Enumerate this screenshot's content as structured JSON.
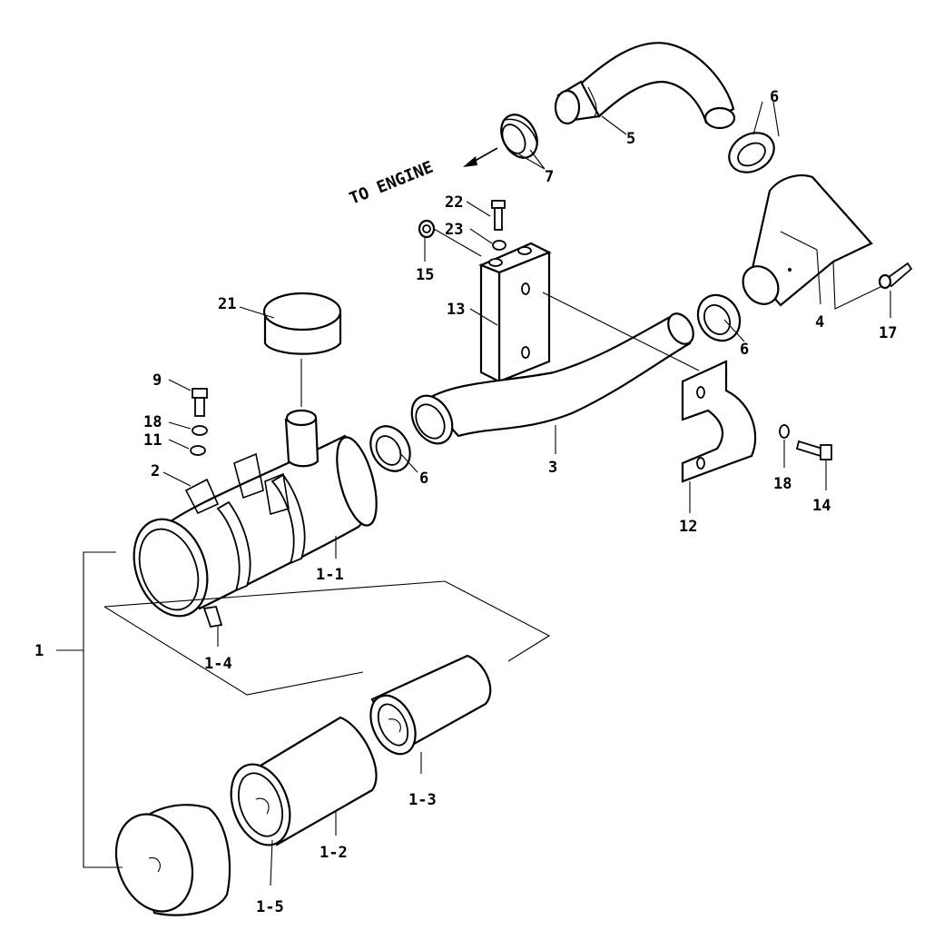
{
  "diagram": {
    "direction_label": "TO ENGINE",
    "labels": {
      "l1": "1",
      "l1_1": "1-1",
      "l1_2": "1-2",
      "l1_3": "1-3",
      "l1_4": "1-4",
      "l1_5": "1-5",
      "l2": "2",
      "l3": "3",
      "l4": "4",
      "l5": "5",
      "l6a": "6",
      "l6b": "6",
      "l6c": "6",
      "l7": "7",
      "l9": "9",
      "l11": "11",
      "l12": "12",
      "l13": "13",
      "l14": "14",
      "l15": "15",
      "l17": "17",
      "l18a": "18",
      "l18b": "18",
      "l21": "21",
      "l22": "22",
      "l23": "23"
    }
  }
}
